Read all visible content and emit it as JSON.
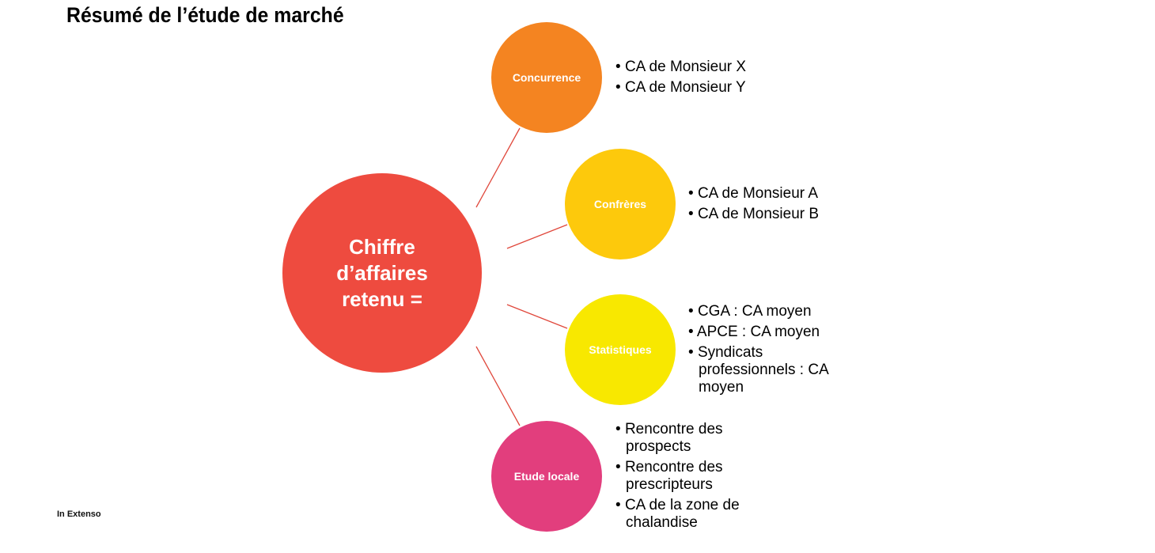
{
  "title": "Résumé de l’étude de marché",
  "logo": "In Extenso",
  "center": {
    "label": "Chiffre d’affaires retenu =",
    "color": "#EE4B3F"
  },
  "nodes": [
    {
      "label": "Concurrence",
      "color": "#F48421",
      "items": [
        "CA de Monsieur X",
        "CA de Monsieur Y"
      ]
    },
    {
      "label": "Confrères",
      "color": "#FDC90C",
      "items": [
        "CA de Monsieur A",
        "CA de Monsieur B"
      ]
    },
    {
      "label": "Statistiques",
      "color": "#F8E800",
      "items": [
        "CGA : CA moyen",
        "APCE : CA moyen",
        "Syndicats professionnels : CA moyen"
      ]
    },
    {
      "label": "Etude locale",
      "color": "#E23E7D",
      "items": [
        "Rencontre des prospects",
        "Rencontre des prescripteurs",
        "CA de la zone de chalandise"
      ]
    }
  ]
}
